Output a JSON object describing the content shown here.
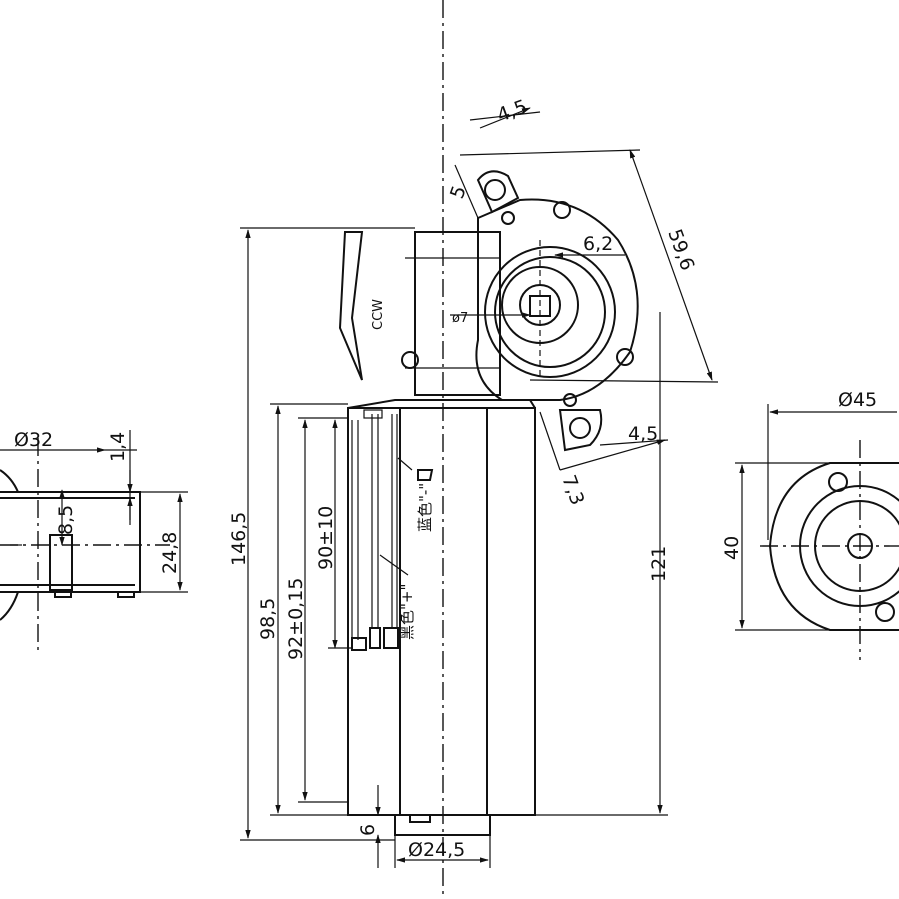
{
  "left_view": {
    "dims": {
      "dia32": "Ø32",
      "d14": "1,4",
      "d85": "8,5",
      "d248": "24,8"
    }
  },
  "front_view": {
    "dims": {
      "d1465": "146,5",
      "d985": "98,5",
      "d92": "92±0,15",
      "d90": "90±10",
      "d121": "121",
      "d6": "6",
      "dia245": "Ø24,5"
    },
    "wires": {
      "blue": "蓝色\"-\"",
      "black": "黑色\"+\""
    }
  },
  "gear_view": {
    "rotation": "CCW",
    "dims": {
      "d45a": "4,5",
      "d5": "5",
      "d62": "6,2",
      "d596": "59,6",
      "dia7": "ø7",
      "d45b": "4,5",
      "d73": "7,3"
    }
  },
  "right_view": {
    "dims": {
      "dia45": "Ø45",
      "d40": "40"
    }
  }
}
